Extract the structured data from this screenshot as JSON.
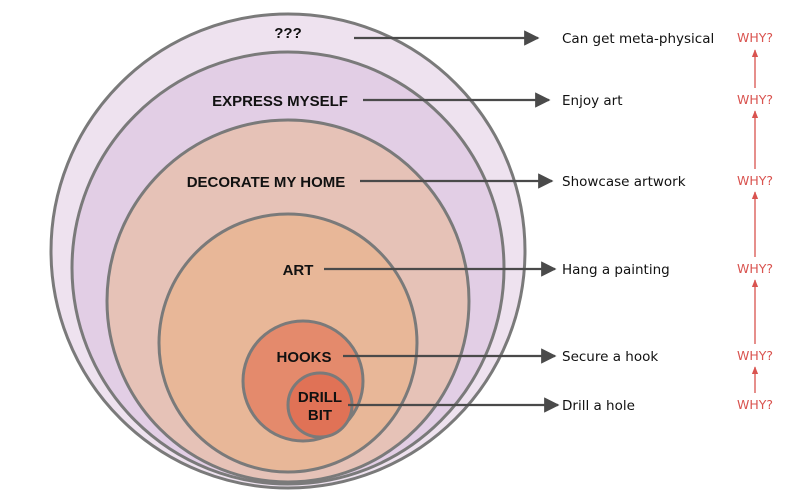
{
  "colors": {
    "stroke": "#7a7a7a",
    "arrow": "#4a4a4a",
    "why": "#d9534f",
    "levels": [
      "#eee2ef",
      "#e2cee5",
      "#e6c2b7",
      "#e8b798",
      "#e48a6c",
      "#e07256"
    ]
  },
  "levels": [
    {
      "label": "???",
      "goal": "Can get meta-physical",
      "why": "WHY?"
    },
    {
      "label": "EXPRESS MYSELF",
      "goal": "Enjoy art",
      "why": "WHY?"
    },
    {
      "label": "DECORATE MY HOME",
      "goal": "Showcase artwork",
      "why": "WHY?"
    },
    {
      "label": "ART",
      "goal": "Hang a painting",
      "why": "WHY?"
    },
    {
      "label": "HOOKS",
      "goal": "Secure a hook",
      "why": "WHY?"
    },
    {
      "label_lines": [
        "DRILL",
        "BIT"
      ],
      "goal": "Drill a hole",
      "why": "WHY?"
    }
  ]
}
